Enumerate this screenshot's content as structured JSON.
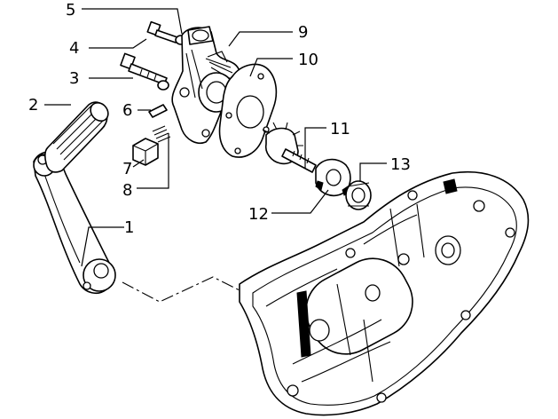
{
  "callouts": [
    {
      "number": "1"
    },
    {
      "number": "2"
    },
    {
      "number": "3"
    },
    {
      "number": "4"
    },
    {
      "number": "5"
    },
    {
      "number": "6"
    },
    {
      "number": "7"
    },
    {
      "number": "8"
    },
    {
      "number": "9"
    },
    {
      "number": "10"
    },
    {
      "number": "11"
    },
    {
      "number": "12"
    },
    {
      "number": "13"
    }
  ],
  "colors": {
    "ink": "#000000",
    "paper": "#ffffff"
  }
}
